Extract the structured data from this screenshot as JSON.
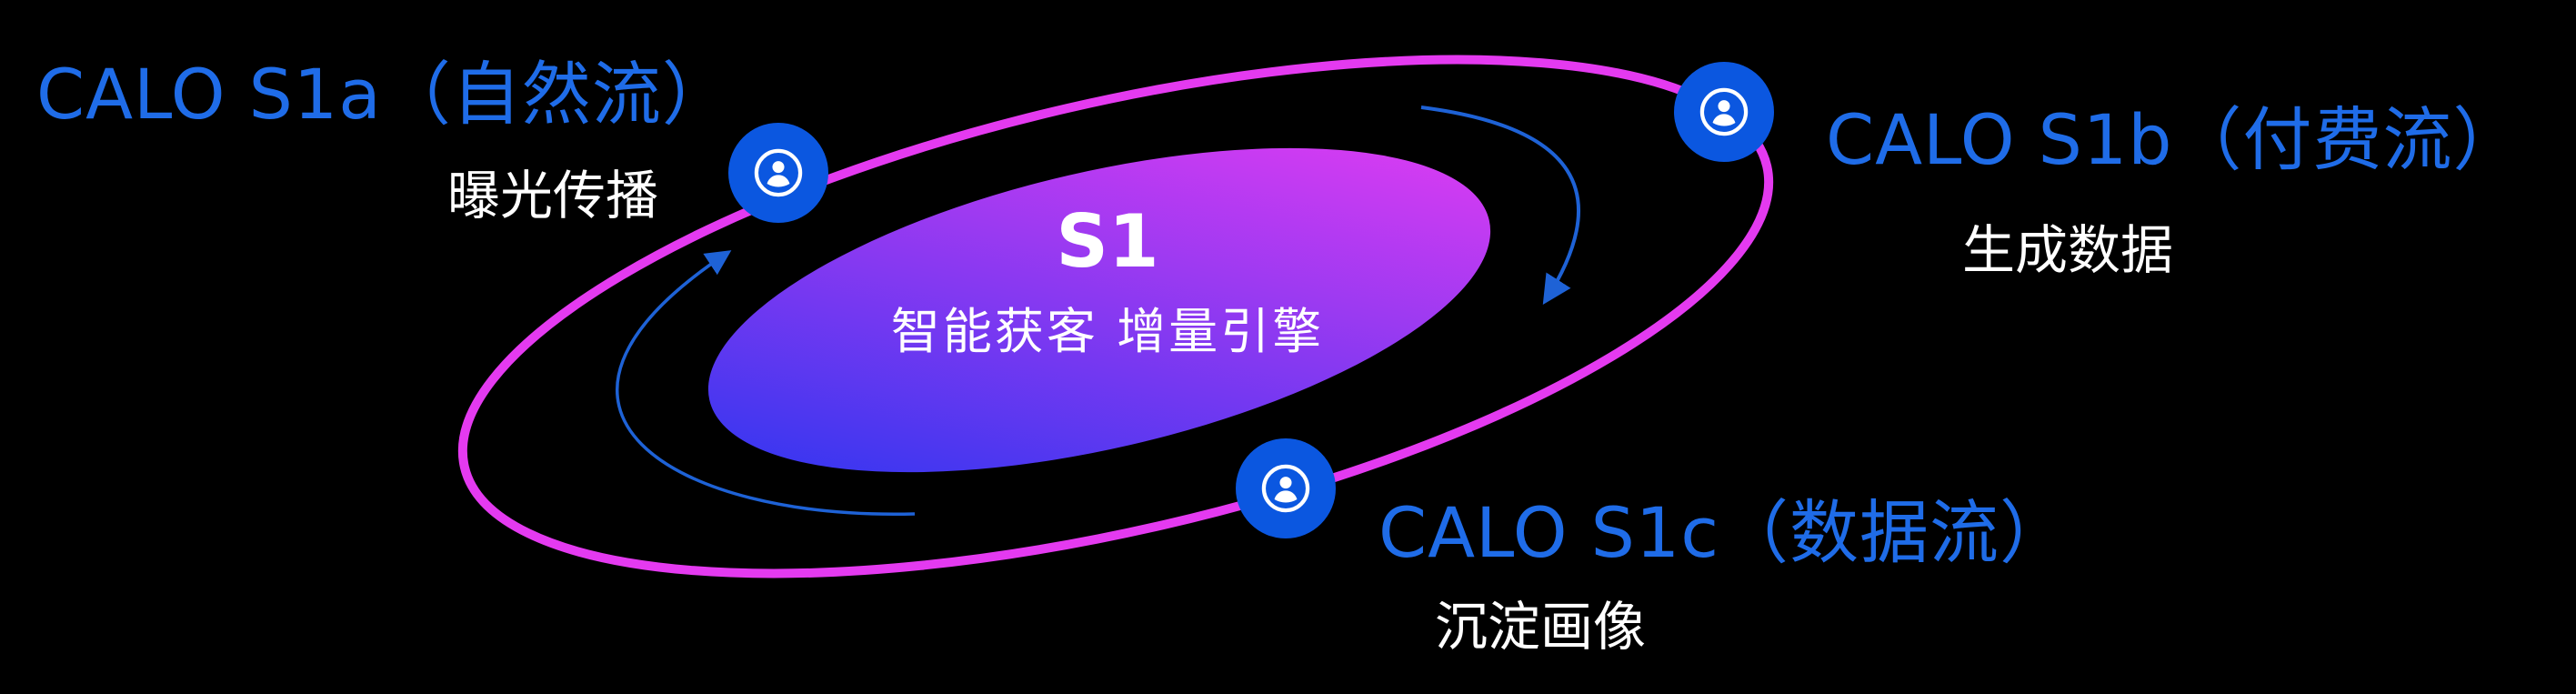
{
  "colors": {
    "background": "#000000",
    "label_blue": "#1f6ce8",
    "icon_blue": "#0b57e0",
    "arrow_blue": "#1e62d6",
    "orbit_stroke": "#e43af0",
    "core_gradient_start": "#2d36f0",
    "core_gradient_end": "#e23cf2",
    "text_white": "#ffffff"
  },
  "core": {
    "title": "S1",
    "subtitle": "智能获客  增量引擎"
  },
  "nodes": [
    {
      "id": "s1a",
      "title": "CALO S1a（自然流）",
      "subtitle": "曝光传播",
      "icon": "user-badge-icon"
    },
    {
      "id": "s1b",
      "title": "CALO S1b（付费流）",
      "subtitle": "生成数据",
      "icon": "user-badge-icon"
    },
    {
      "id": "s1c",
      "title": "CALO S1c（数据流）",
      "subtitle": "沉淀画像",
      "icon": "user-badge-icon"
    }
  ]
}
